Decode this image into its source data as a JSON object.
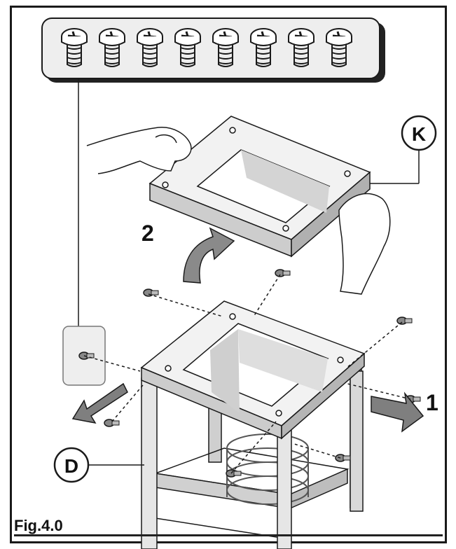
{
  "figure": {
    "caption": "Fig.4.0",
    "screw_count": 8
  },
  "callouts": {
    "part_k": "K",
    "part_d": "D",
    "step_1": "1",
    "step_2": "2"
  },
  "colors": {
    "line": "#1a1a1a",
    "panel_fill": "#eeeeee",
    "panel_shadow": "#222222",
    "steel": "#dcdcdc",
    "steel_dark": "#a8a8a8",
    "arrow_fill": "#7f7f7f"
  }
}
